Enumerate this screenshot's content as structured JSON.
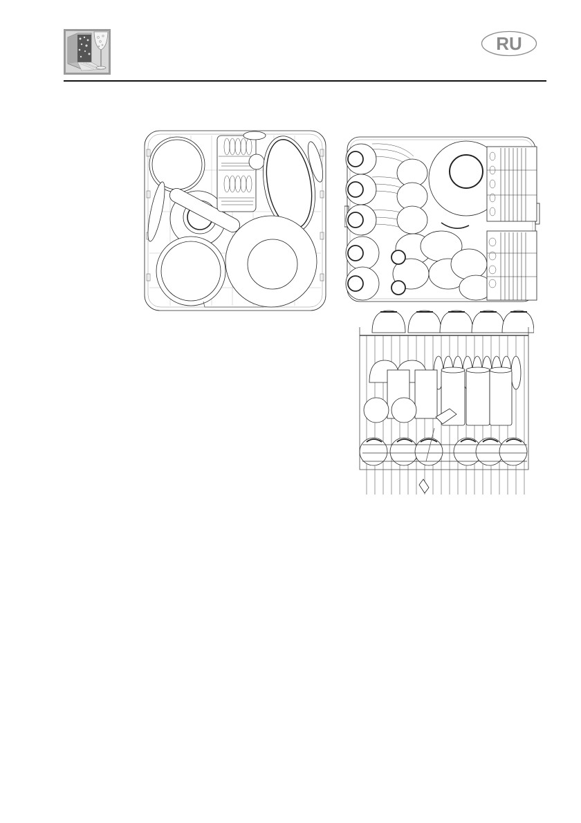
{
  "header": {
    "logo_icon": "dishwasher-with-glass-icon",
    "language_badge": "RU"
  },
  "figures": [
    {
      "id": "lower-basket-top-view",
      "description": "Lower basket loading example, top view: plates, serving dishes, pot, pan, cutlery basket"
    },
    {
      "id": "upper-basket-top-view",
      "description": "Upper basket loading example, top view: cups, glasses, bowls, small plates, cutlery trays"
    },
    {
      "id": "upper-basket-front-view",
      "description": "Upper basket loading example, front view: bowls, tumblers, cups, plates in wire rack"
    }
  ],
  "colors": {
    "badge_text": "#8a8a8a",
    "badge_outline": "#8a8a8a",
    "rule": "#111111",
    "line_art": "#222222"
  }
}
